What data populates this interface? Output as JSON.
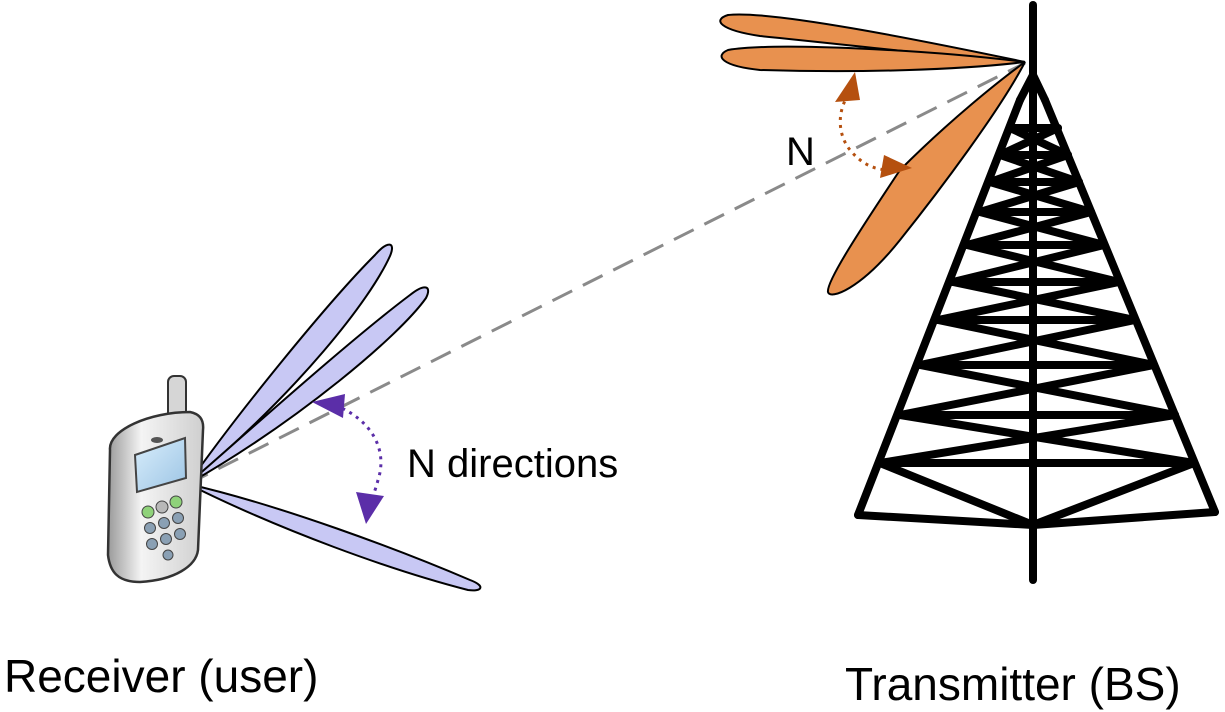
{
  "labels": {
    "receiver": "Receiver (user)",
    "transmitter": "Transmitter (BS)",
    "receiver_sweep": "N directions",
    "transmitter_sweep": "N"
  },
  "colors": {
    "receiver_beam": "#c8c8f4",
    "transmitter_beam": "#e8914f",
    "receiver_arrow": "#5b2ea8",
    "transmitter_arrow": "#b5500f",
    "link_line": "#8a8a8a",
    "tower": "#000000"
  }
}
